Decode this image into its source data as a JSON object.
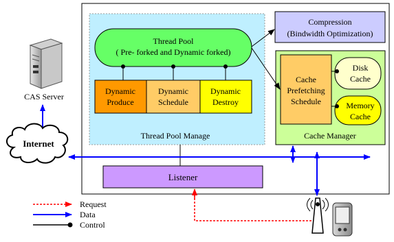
{
  "colors": {
    "thread_pool_manage_bg": "#bfefff",
    "thread_pool_green": "#66ff66",
    "dynamic_produce": "#ff9900",
    "dynamic_schedule": "#ffcc66",
    "dynamic_destroy": "#ffff00",
    "compression_bg": "#ccccff",
    "cache_manager_bg": "#ccff99",
    "cache_prefetch_bg": "#ffcc66",
    "disk_cache_bg": "#ffffcc",
    "memory_cache_bg": "#ffff00",
    "listener_bg": "#cc99ff",
    "data_arrow": "#0000ff",
    "request_arrow": "#ff0000",
    "control_line": "#000000"
  },
  "nodes": {
    "cas_server": "CAS Server",
    "internet": "Internet",
    "thread_pool": {
      "line1": "Thread Pool",
      "line2": "( Pre- forked and Dynamic forked)"
    },
    "dynamic_produce": {
      "line1": "Dynamic",
      "line2": "Produce"
    },
    "dynamic_schedule": {
      "line1": "Dynamic",
      "line2": "Schedule"
    },
    "dynamic_destroy": {
      "line1": "Dynamic",
      "line2": "Destroy"
    },
    "thread_pool_manage": "Thread Pool Manage",
    "compression": {
      "line1": "Compression",
      "line2": "(Bindwidth Optimization)"
    },
    "cache_prefetching": {
      "line1": "Cache",
      "line2": "Prefetching",
      "line3": "Schedule"
    },
    "disk_cache": {
      "line1": "Disk",
      "line2": "Cache"
    },
    "memory_cache": {
      "line1": "Memory",
      "line2": "Cache"
    },
    "cache_manager": "Cache Manager",
    "listener": "Listener"
  },
  "legend": {
    "request": "Request",
    "data": "Data",
    "control": "Control"
  },
  "icons": [
    "server-icon",
    "cloud-icon",
    "antenna-icon",
    "pda-icon"
  ]
}
